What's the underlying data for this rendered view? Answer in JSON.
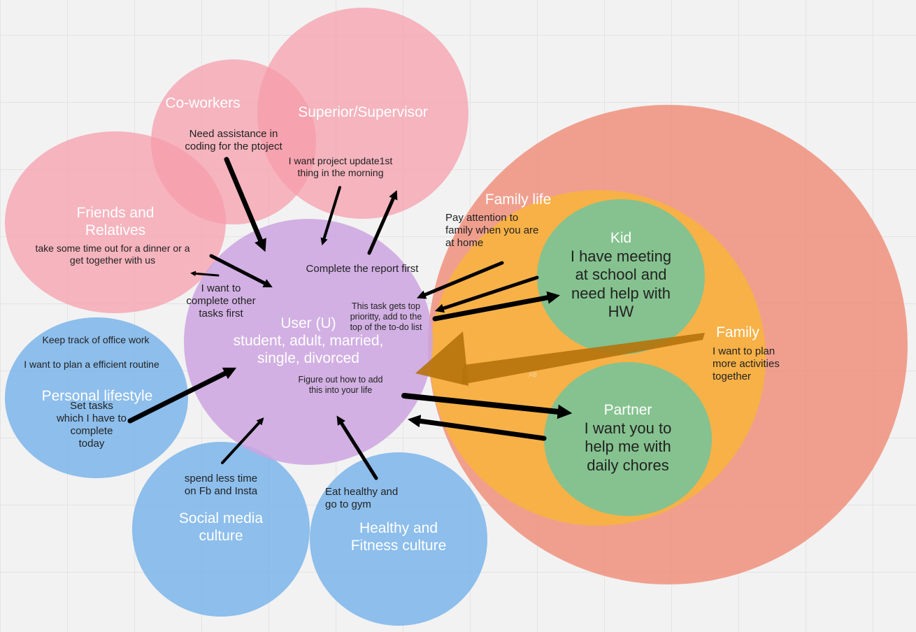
{
  "colors": {
    "pink": "#f69aa8",
    "purple": "#cda5e0",
    "blue": "#76b2ea",
    "red_orange": "#ef8872",
    "orange": "#f7b241",
    "green": "#7ec393",
    "arrow": "#000000",
    "family_arrow": "#b6730b"
  },
  "nodes": {
    "user": {
      "title": "User (U)\nstudent, adult, married,\nsingle, divorced",
      "note_complete": "Complete the report first",
      "note_other": "I want to\ncomplete other\ntasks first",
      "note_priority": "This task gets top\nprioritty, add to the\ntop of the to-do list",
      "note_figure": "Figure out how to add\nthis into your life"
    },
    "coworkers": {
      "title": "Co-workers",
      "note": "Need assistance in\ncoding for the ptoject"
    },
    "supervisor": {
      "title": "Superior/Supervisor",
      "note": "I want project update1st\nthing in the morning"
    },
    "friends": {
      "title": "Friends and\nRelatives",
      "note": "take some time out for a dinner or a\nget together with us"
    },
    "personal": {
      "title": "Personal lifestyle",
      "note_track": "Keep track of office work",
      "note_routine": "I want to plan a efficient routine",
      "note_tasks": "Set tasks\nwhich I have to\ncomplete\ntoday"
    },
    "social": {
      "title": "Social media\nculture",
      "note": "spend less time\non Fb and Insta"
    },
    "fitness": {
      "title": "Healthy and\nFitness culture",
      "note": "Eat healthy and\ngo to gym"
    },
    "family_life": {
      "title": "Family life",
      "note": "Pay attention to\nfamily when you are\nat home"
    },
    "family": {
      "title": "Family",
      "note": "I want to plan\nmore activities\ntogether",
      "tag": "AB"
    },
    "kid": {
      "title": "Kid",
      "note": "I have meeting\nat school and\nneed help with\nHW"
    },
    "partner": {
      "title": "Partner",
      "note": "I want you to\nhelp me with\ndaily chores"
    }
  }
}
